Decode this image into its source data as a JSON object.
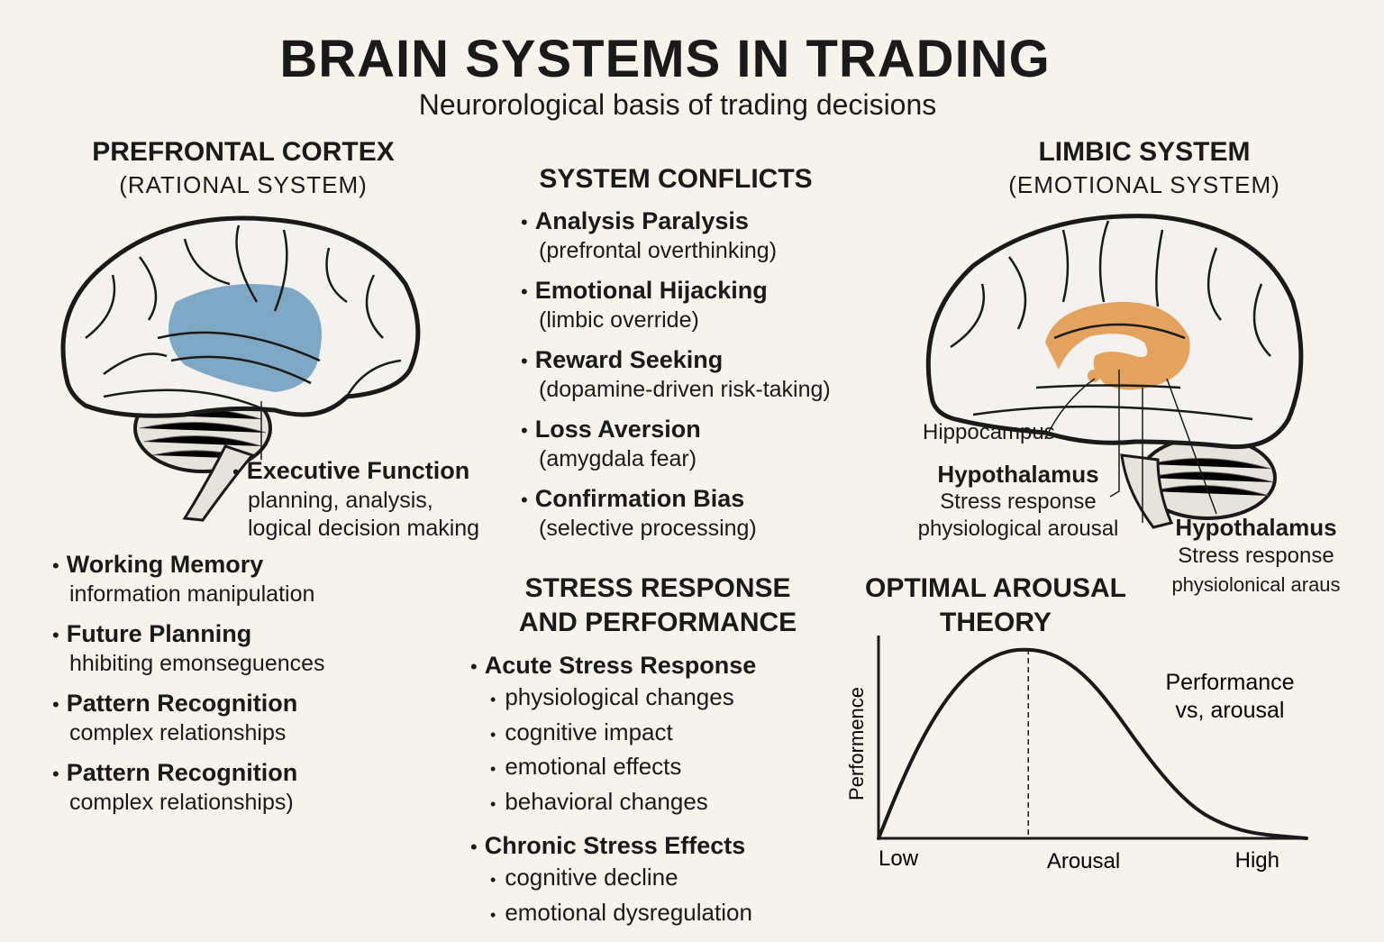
{
  "header": {
    "title": "BRAIN SYSTEMS IN TRADING",
    "subtitle": "Neurorological basis of trading decisions"
  },
  "prefrontal": {
    "heading": "PREFRONTAL CORTEX",
    "subheading": "(RATIONAL SYSTEM)",
    "highlight_color": "#7fa8c4",
    "callout": {
      "title": "Executive Function",
      "desc_lines": [
        "planning, analysis,",
        "logical decision making"
      ]
    },
    "items": [
      {
        "title": "Working Memory",
        "desc": "information manipulation"
      },
      {
        "title": "Future Planning",
        "desc": "hhibiting emonseguences"
      },
      {
        "title": "Pattern Recognition",
        "desc": "complex relationships"
      },
      {
        "title": "Pattern Recognition",
        "desc": "complex relationships)"
      }
    ]
  },
  "conflicts": {
    "heading": "SYSTEM CONFLICTS",
    "items": [
      {
        "title": "Analysis Paralysis",
        "desc": "(prefrontal overthinking)"
      },
      {
        "title": "Emotional Hijacking",
        "desc": "(limbic override)"
      },
      {
        "title": "Reward Seeking",
        "desc": "(dopamine-driven risk-taking)"
      },
      {
        "title": "Loss Aversion",
        "desc": "(amygdala  fear)"
      },
      {
        "title": "Confirmation Bias",
        "desc": "(selective processing)"
      }
    ]
  },
  "limbic": {
    "heading": "LIMBIC SYSTEM",
    "subheading": "(EMOTIONAL SYSTEM)",
    "highlight_color": "#e3a35f",
    "labels": {
      "hippocampus": "Hippocampus",
      "hypothalamus_left": {
        "title": "Hypothalamus",
        "lines": [
          "Stress response",
          "physiological arousal"
        ]
      },
      "hypothalamus_right": {
        "title": "Hypothalamus",
        "lines": [
          "Stress response",
          "physiolonical araus"
        ]
      }
    }
  },
  "stress": {
    "heading_lines": [
      "STRESS RESPONSE",
      "AND PERFORMANCE"
    ],
    "groups": [
      {
        "title": "Acute Stress Response",
        "items": [
          "physiological changes",
          "cognitive impact",
          "emotional effects",
          "behavioral changes"
        ]
      },
      {
        "title": "Chronic Stress Effects",
        "items": [
          "cognitive decline",
          "emotional dysregulation"
        ]
      }
    ]
  },
  "chart_data": {
    "type": "line",
    "title": "OPTIMAL AROUSAL THEORY",
    "title_lines": [
      "OPTIMAL AROUSAL",
      "THEORY"
    ],
    "xlabel": "Arousal",
    "ylabel": "Performence",
    "x_tick_labels": [
      "Low",
      "High"
    ],
    "annotation_lines": [
      "Performance",
      "vs, arousal"
    ],
    "xlim": [
      0,
      1
    ],
    "ylim": [
      0,
      1
    ],
    "grid": false,
    "peak_marker": {
      "x": 0.35,
      "style": "dashed"
    },
    "series": [
      {
        "name": "Performance vs arousal",
        "x": [
          0,
          0.05,
          0.1,
          0.15,
          0.2,
          0.25,
          0.3,
          0.35,
          0.4,
          0.45,
          0.5,
          0.55,
          0.6,
          0.65,
          0.7,
          0.75,
          0.8,
          0.85,
          0.9,
          0.95,
          1.0
        ],
        "y": [
          0,
          0.28,
          0.52,
          0.71,
          0.85,
          0.94,
          0.99,
          1.0,
          0.98,
          0.92,
          0.82,
          0.68,
          0.52,
          0.37,
          0.24,
          0.14,
          0.08,
          0.04,
          0.02,
          0.01,
          0.0
        ]
      }
    ]
  }
}
